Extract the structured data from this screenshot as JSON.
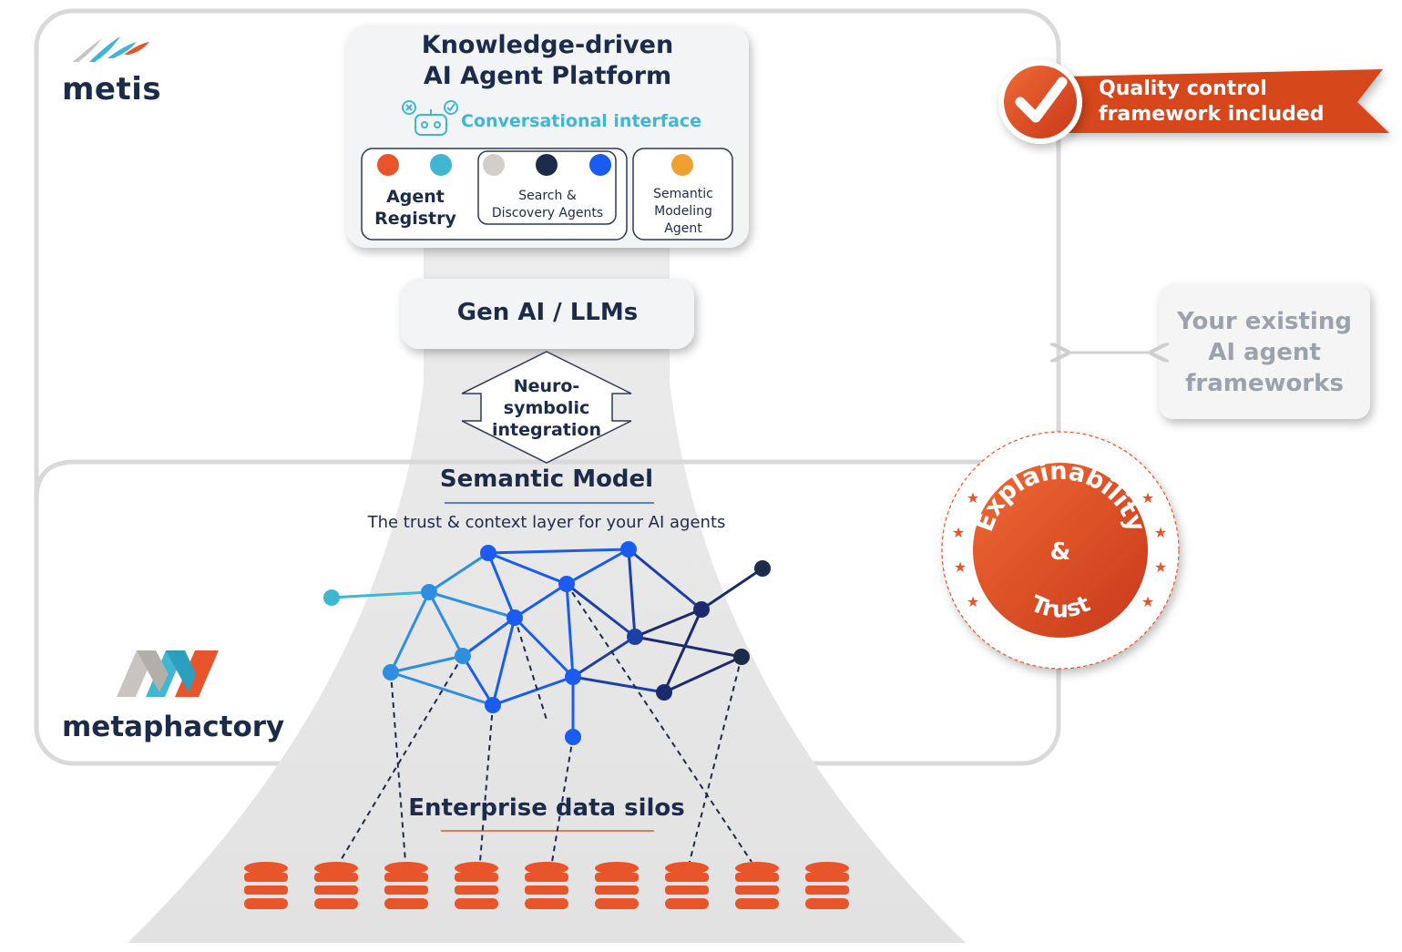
{
  "brand": {
    "metis": "metis",
    "metaphactory": "metaphactory"
  },
  "platform": {
    "title_line1": "Knowledge-driven",
    "title_line2": "AI Agent Platform",
    "conversational_interface": "Conversational interface",
    "agent_registry_line1": "Agent",
    "agent_registry_line2": "Registry",
    "search_line1": "Search &",
    "search_line2": "Discovery Agents",
    "semantic_line1": "Semantic",
    "semantic_line2": "Modeling",
    "semantic_line3": "Agent"
  },
  "genai": "Gen AI / LLMs",
  "neuro": {
    "line1": "Neuro-",
    "line2": "symbolic",
    "line3": "integration"
  },
  "semantic_model": {
    "title": "Semantic Model",
    "subtitle": "The trust & context layer for your AI agents"
  },
  "silos": "Enterprise data silos",
  "quality": {
    "line1": "Quality control",
    "line2": "framework included"
  },
  "existing": {
    "line1": "Your existing",
    "line2": "AI agent",
    "line3": "frameworks"
  },
  "badge": {
    "top": "Explainability",
    "middle": "&",
    "bottom": "Trust"
  },
  "icons": [
    "check-icon",
    "robot-icon",
    "database-icon",
    "metis-logo-icon",
    "metaphactory-logo-icon"
  ],
  "colors": {
    "navy": "#1c2b4a",
    "orange": "#e8552a",
    "cyan": "#3fb7d3",
    "blue": "#1a5cf0",
    "gold": "#f0a030",
    "grey": "#d3ceca"
  }
}
